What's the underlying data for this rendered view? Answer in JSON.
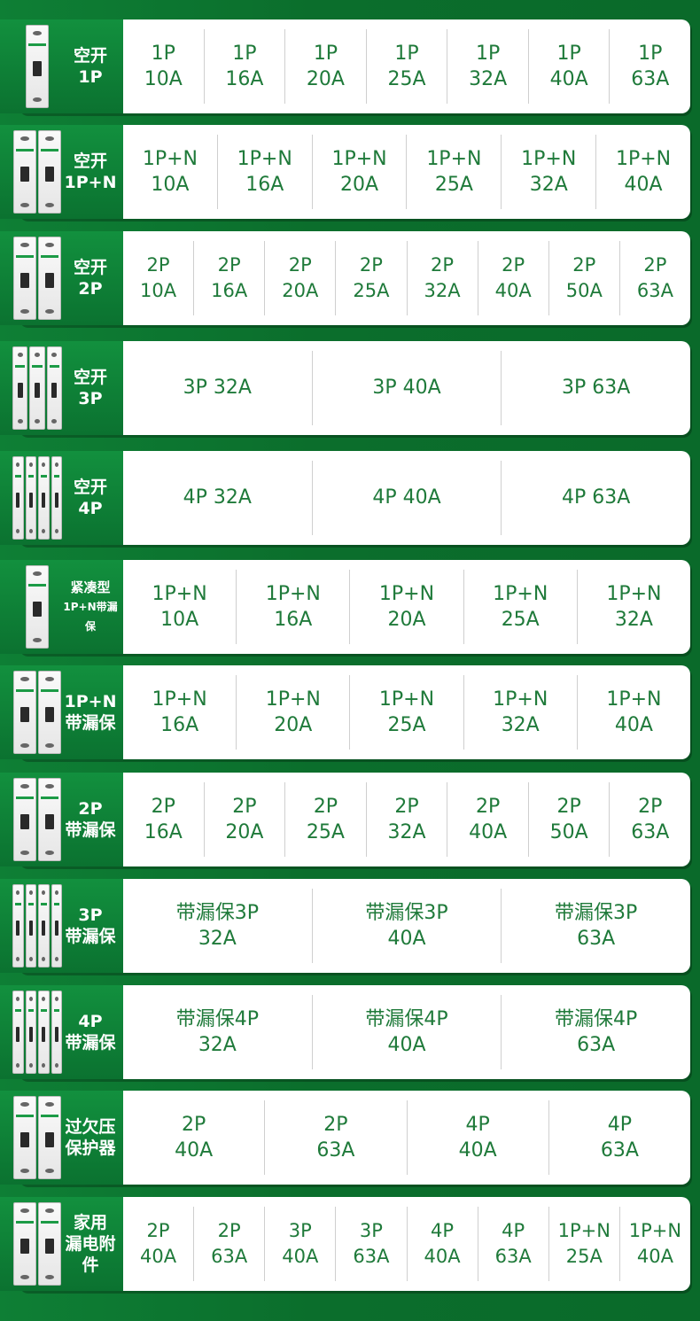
{
  "theme": {
    "accent": "#0b7230",
    "text_green": "#1f7a3a",
    "card_bg": "#ffffff"
  },
  "rows": [
    {
      "category": [
        "空开",
        "1P"
      ],
      "product_icon": "circuit-breaker-1p",
      "modules": 1,
      "specs": [
        [
          "1P",
          "10A"
        ],
        [
          "1P",
          "16A"
        ],
        [
          "1P",
          "20A"
        ],
        [
          "1P",
          "25A"
        ],
        [
          "1P",
          "32A"
        ],
        [
          "1P",
          "40A"
        ],
        [
          "1P",
          "63A"
        ]
      ]
    },
    {
      "category": [
        "空开",
        "1P+N"
      ],
      "product_icon": "circuit-breaker-1pn",
      "modules": 2,
      "specs": [
        [
          "1P+N",
          "10A"
        ],
        [
          "1P+N",
          "16A"
        ],
        [
          "1P+N",
          "20A"
        ],
        [
          "1P+N",
          "25A"
        ],
        [
          "1P+N",
          "32A"
        ],
        [
          "1P+N",
          "40A"
        ]
      ]
    },
    {
      "category": [
        "空开",
        "2P"
      ],
      "product_icon": "circuit-breaker-2p",
      "modules": 2,
      "specs": [
        [
          "2P",
          "10A"
        ],
        [
          "2P",
          "16A"
        ],
        [
          "2P",
          "20A"
        ],
        [
          "2P",
          "25A"
        ],
        [
          "2P",
          "32A"
        ],
        [
          "2P",
          "40A"
        ],
        [
          "2P",
          "50A"
        ],
        [
          "2P",
          "63A"
        ]
      ]
    },
    {
      "category": [
        "空开",
        "3P"
      ],
      "product_icon": "circuit-breaker-3p",
      "modules": 3,
      "specs": [
        [
          "3P 32A"
        ],
        [
          "3P 40A"
        ],
        [
          "3P 63A"
        ]
      ]
    },
    {
      "category": [
        "空开",
        "4P"
      ],
      "product_icon": "circuit-breaker-4p",
      "modules": 4,
      "specs": [
        [
          "4P 32A"
        ],
        [
          "4P 40A"
        ],
        [
          "4P 63A"
        ]
      ]
    },
    {
      "category": [
        "紧凑型",
        "1P+N带漏保"
      ],
      "product_icon": "compact-rcbo",
      "modules": 1,
      "specs": [
        [
          "1P+N",
          "10A"
        ],
        [
          "1P+N",
          "16A"
        ],
        [
          "1P+N",
          "20A"
        ],
        [
          "1P+N",
          "25A"
        ],
        [
          "1P+N",
          "32A"
        ]
      ]
    },
    {
      "category": [
        "1P+N",
        "带漏保"
      ],
      "product_icon": "rcbo-1pn",
      "modules": 2,
      "specs": [
        [
          "1P+N",
          "16A"
        ],
        [
          "1P+N",
          "20A"
        ],
        [
          "1P+N",
          "25A"
        ],
        [
          "1P+N",
          "32A"
        ],
        [
          "1P+N",
          "40A"
        ]
      ]
    },
    {
      "category": [
        "2P",
        "带漏保"
      ],
      "product_icon": "rcbo-2p",
      "modules": 2,
      "specs": [
        [
          "2P",
          "16A"
        ],
        [
          "2P",
          "20A"
        ],
        [
          "2P",
          "25A"
        ],
        [
          "2P",
          "32A"
        ],
        [
          "2P",
          "40A"
        ],
        [
          "2P",
          "50A"
        ],
        [
          "2P",
          "63A"
        ]
      ]
    },
    {
      "category": [
        "3P",
        "带漏保"
      ],
      "product_icon": "rcbo-3p",
      "modules": 4,
      "specs": [
        [
          "带漏保3P",
          "32A"
        ],
        [
          "带漏保3P",
          "40A"
        ],
        [
          "带漏保3P",
          "63A"
        ]
      ]
    },
    {
      "category": [
        "4P",
        "带漏保"
      ],
      "product_icon": "rcbo-4p",
      "modules": 4,
      "specs": [
        [
          "带漏保4P",
          "32A"
        ],
        [
          "带漏保4P",
          "40A"
        ],
        [
          "带漏保4P",
          "63A"
        ]
      ]
    },
    {
      "category": [
        "过欠压",
        "保护器"
      ],
      "product_icon": "voltage-protector",
      "modules": 2,
      "specs": [
        [
          "2P",
          "40A"
        ],
        [
          "2P",
          "63A"
        ],
        [
          "4P",
          "40A"
        ],
        [
          "4P",
          "63A"
        ]
      ]
    },
    {
      "category": [
        "家用",
        "漏电附件"
      ],
      "product_icon": "rcd-add-on",
      "modules": 2,
      "specs": [
        [
          "2P",
          "40A"
        ],
        [
          "2P",
          "63A"
        ],
        [
          "3P",
          "40A"
        ],
        [
          "3P",
          "63A"
        ],
        [
          "4P",
          "40A"
        ],
        [
          "4P",
          "63A"
        ],
        [
          "1P+N",
          "25A"
        ],
        [
          "1P+N",
          "40A"
        ]
      ]
    }
  ]
}
